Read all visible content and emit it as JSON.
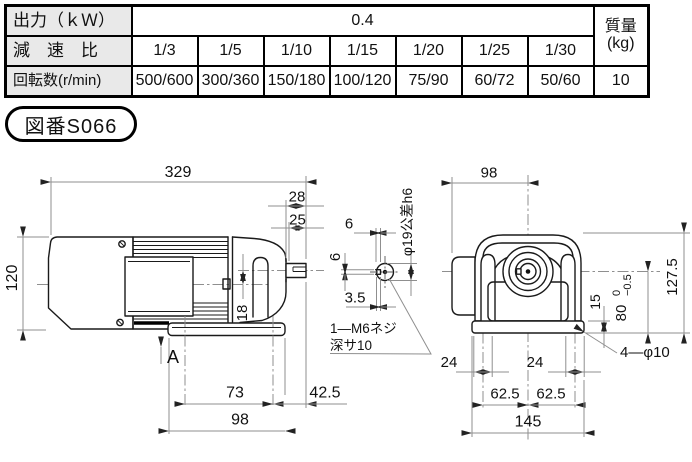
{
  "spec_table": {
    "output_label": "出力（ｋＷ）",
    "output_value": "0.4",
    "ratio_label": "減　速　比",
    "ratios": [
      "1/3",
      "1/5",
      "1/10",
      "1/15",
      "1/20",
      "1/25",
      "1/30"
    ],
    "speed_label": "回転数(r/min)",
    "speeds": [
      "500/600",
      "300/360",
      "150/180",
      "100/120",
      "75/90",
      "60/72",
      "50/60"
    ],
    "mass_label": "質量",
    "mass_unit": "(kg)",
    "mass_value": "10"
  },
  "figure_label": "図番S066",
  "side_view": {
    "length_overall": "329",
    "shaft_length": "28",
    "shaft_key_length": "25",
    "body_height": "120",
    "axis_offset": "18",
    "foot_hole_pitch": "73",
    "foot_length": "98",
    "shaft_overhang": "42.5",
    "direction_label": "A"
  },
  "shaft_detail": {
    "key_width_top": "6",
    "key_width_side": "6",
    "key_depth": "3.5",
    "shaft_tolerance": "φ19公差h6",
    "tap_note_line1": "1—M6ネジ",
    "tap_note_line2": "深サ10"
  },
  "front_view": {
    "width_to_center": "98",
    "height_overall": "127.5",
    "shaft_center_height": "80",
    "tolerance_upper": "0",
    "tolerance_lower": "−0.5",
    "foot_thickness": "15",
    "slot_left": "24",
    "slot_right": "24",
    "half_pitch_left": "62.5",
    "half_pitch_right": "62.5",
    "foot_width": "145",
    "mount_holes_label": "4—φ10"
  },
  "colors": {
    "table_header_bg": "#e9e9e9",
    "object_line": "#1a1a1a",
    "dimension_line": "#8f8f8f"
  }
}
